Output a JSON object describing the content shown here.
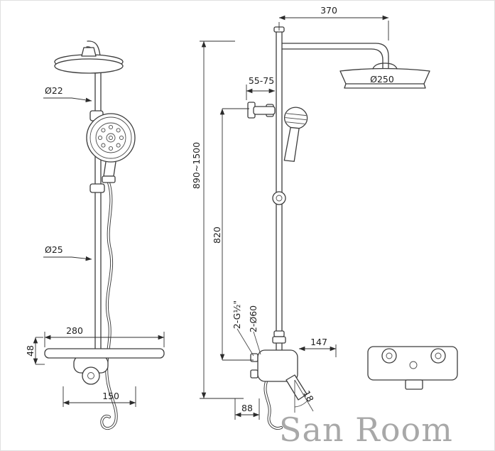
{
  "watermark": "San Room",
  "front_view": {
    "labels": {
      "pipe_diameter": "Ø22",
      "rail_diameter": "Ø25",
      "shelf_width": "280",
      "shelf_height": "48",
      "valve_width": "150"
    }
  },
  "side_view": {
    "labels": {
      "top_arm_length": "370",
      "bracket_offset": "55-75",
      "head_diameter": "Ø250",
      "total_height": "890~1500",
      "rail_length": "820",
      "inlet_thread": "2-G½\"",
      "hole_spacing": "2-Ø60",
      "spout_length": "147",
      "outlet_offset": "88",
      "spout_angle": "18"
    }
  }
}
